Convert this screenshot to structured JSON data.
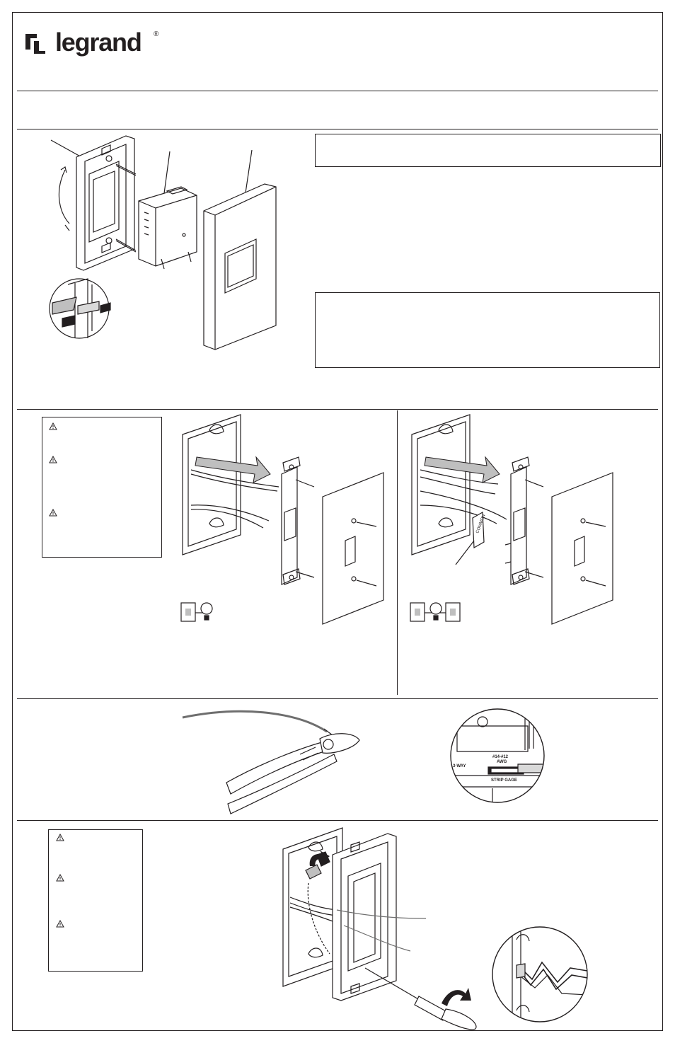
{
  "brand": {
    "logo_text": "legrand",
    "registered_mark": "®"
  },
  "colors": {
    "ink": "#231f20",
    "panel_gray": "#d9d9d9"
  },
  "icons": {
    "warning": "warning-triangle-icon",
    "bulb": "light-bulb-icon"
  },
  "diagrams": {
    "wire_label_on_switch": "COMMON",
    "gauge_label_top": "#14-#12",
    "gauge_label_awg": "AWG",
    "gauge_label_3way": "3-WAY",
    "gauge_label_strip": "STRIP GAGE"
  }
}
